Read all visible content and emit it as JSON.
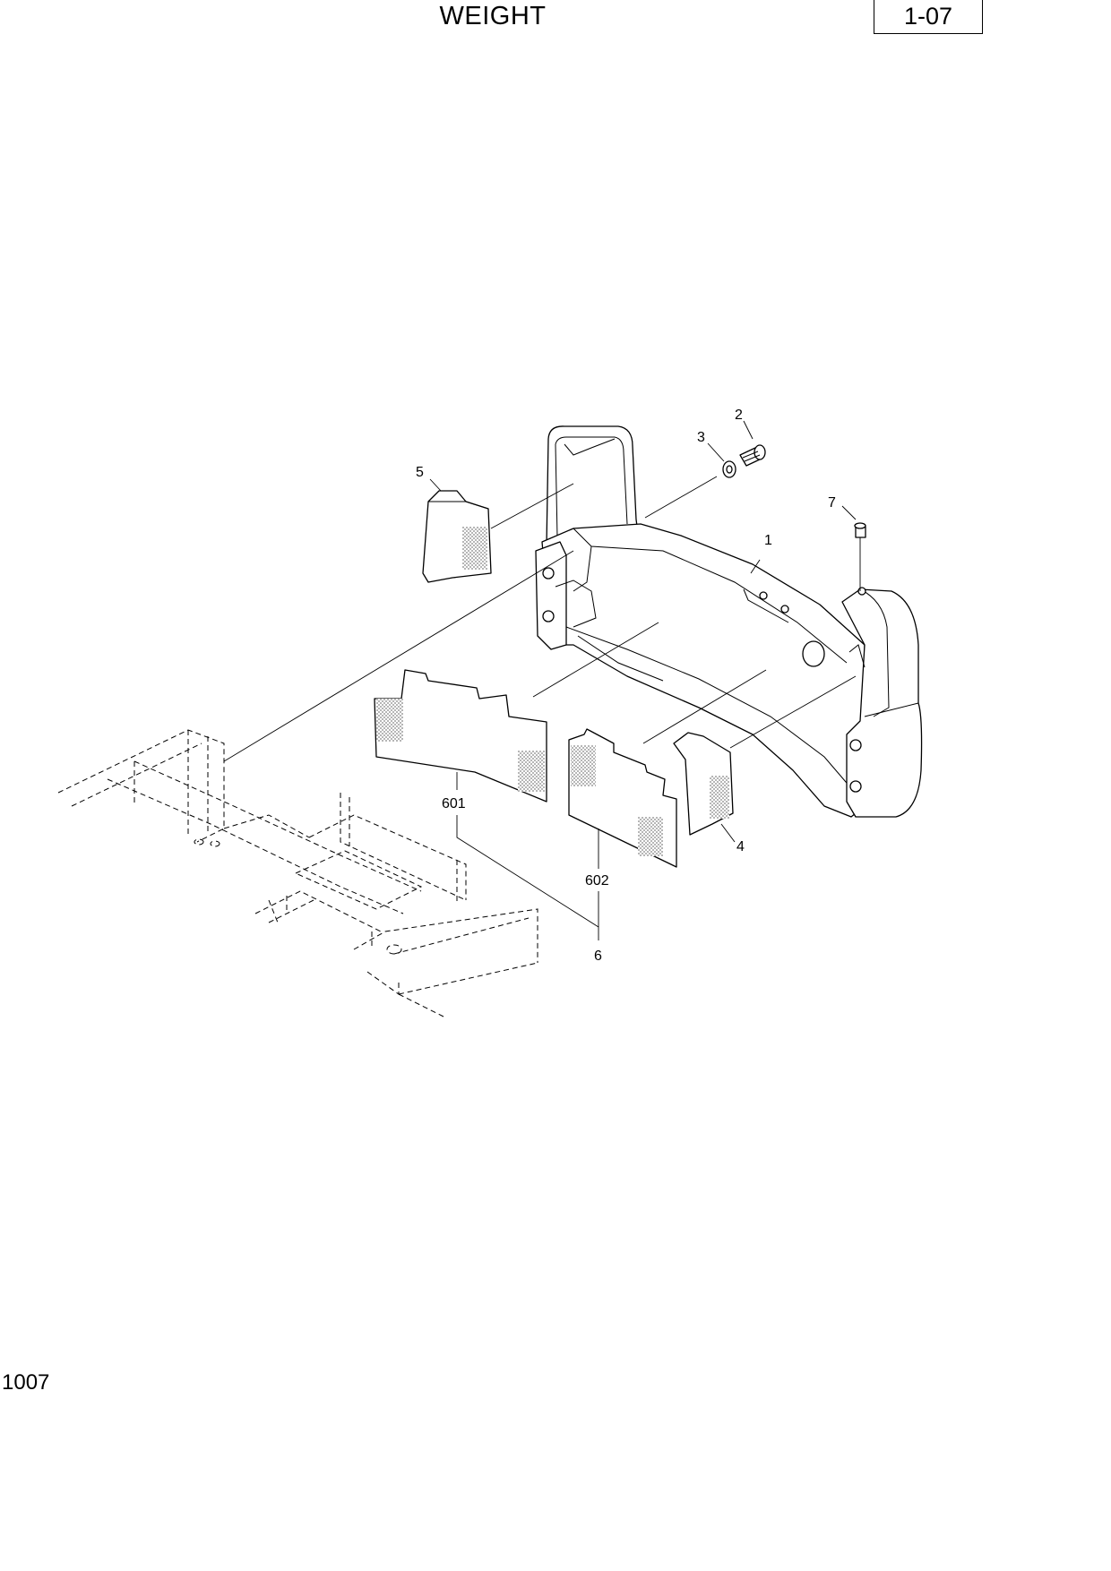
{
  "header": {
    "title": "WEIGHT",
    "page_code": "1-07"
  },
  "footer": {
    "page_number": "1007"
  },
  "callouts": {
    "c1": "1",
    "c2": "2",
    "c3": "3",
    "c4": "4",
    "c5": "5",
    "c6": "6",
    "c7": "7",
    "c601": "601",
    "c602": "602"
  }
}
